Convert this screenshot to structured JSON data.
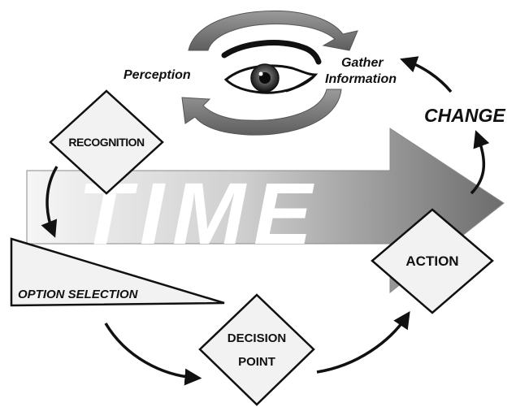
{
  "labels": {
    "perception": "Perception",
    "gather_line1": "Gather",
    "gather_line2": "Information",
    "change": "CHANGE",
    "recognition": "RECOGNITION",
    "option_selection": "OPTION SELECTION",
    "decision_line1": "DECISION",
    "decision_line2": "POINT",
    "action": "ACTION",
    "time": "TIME"
  },
  "colors": {
    "ink": "#111111",
    "diamond_fill": "#f2f2f2",
    "time_arrow_dark": "#7a7a7a",
    "time_arrow_light": "#f4f4f4",
    "cycle_arrow": "#7d7d7d"
  }
}
